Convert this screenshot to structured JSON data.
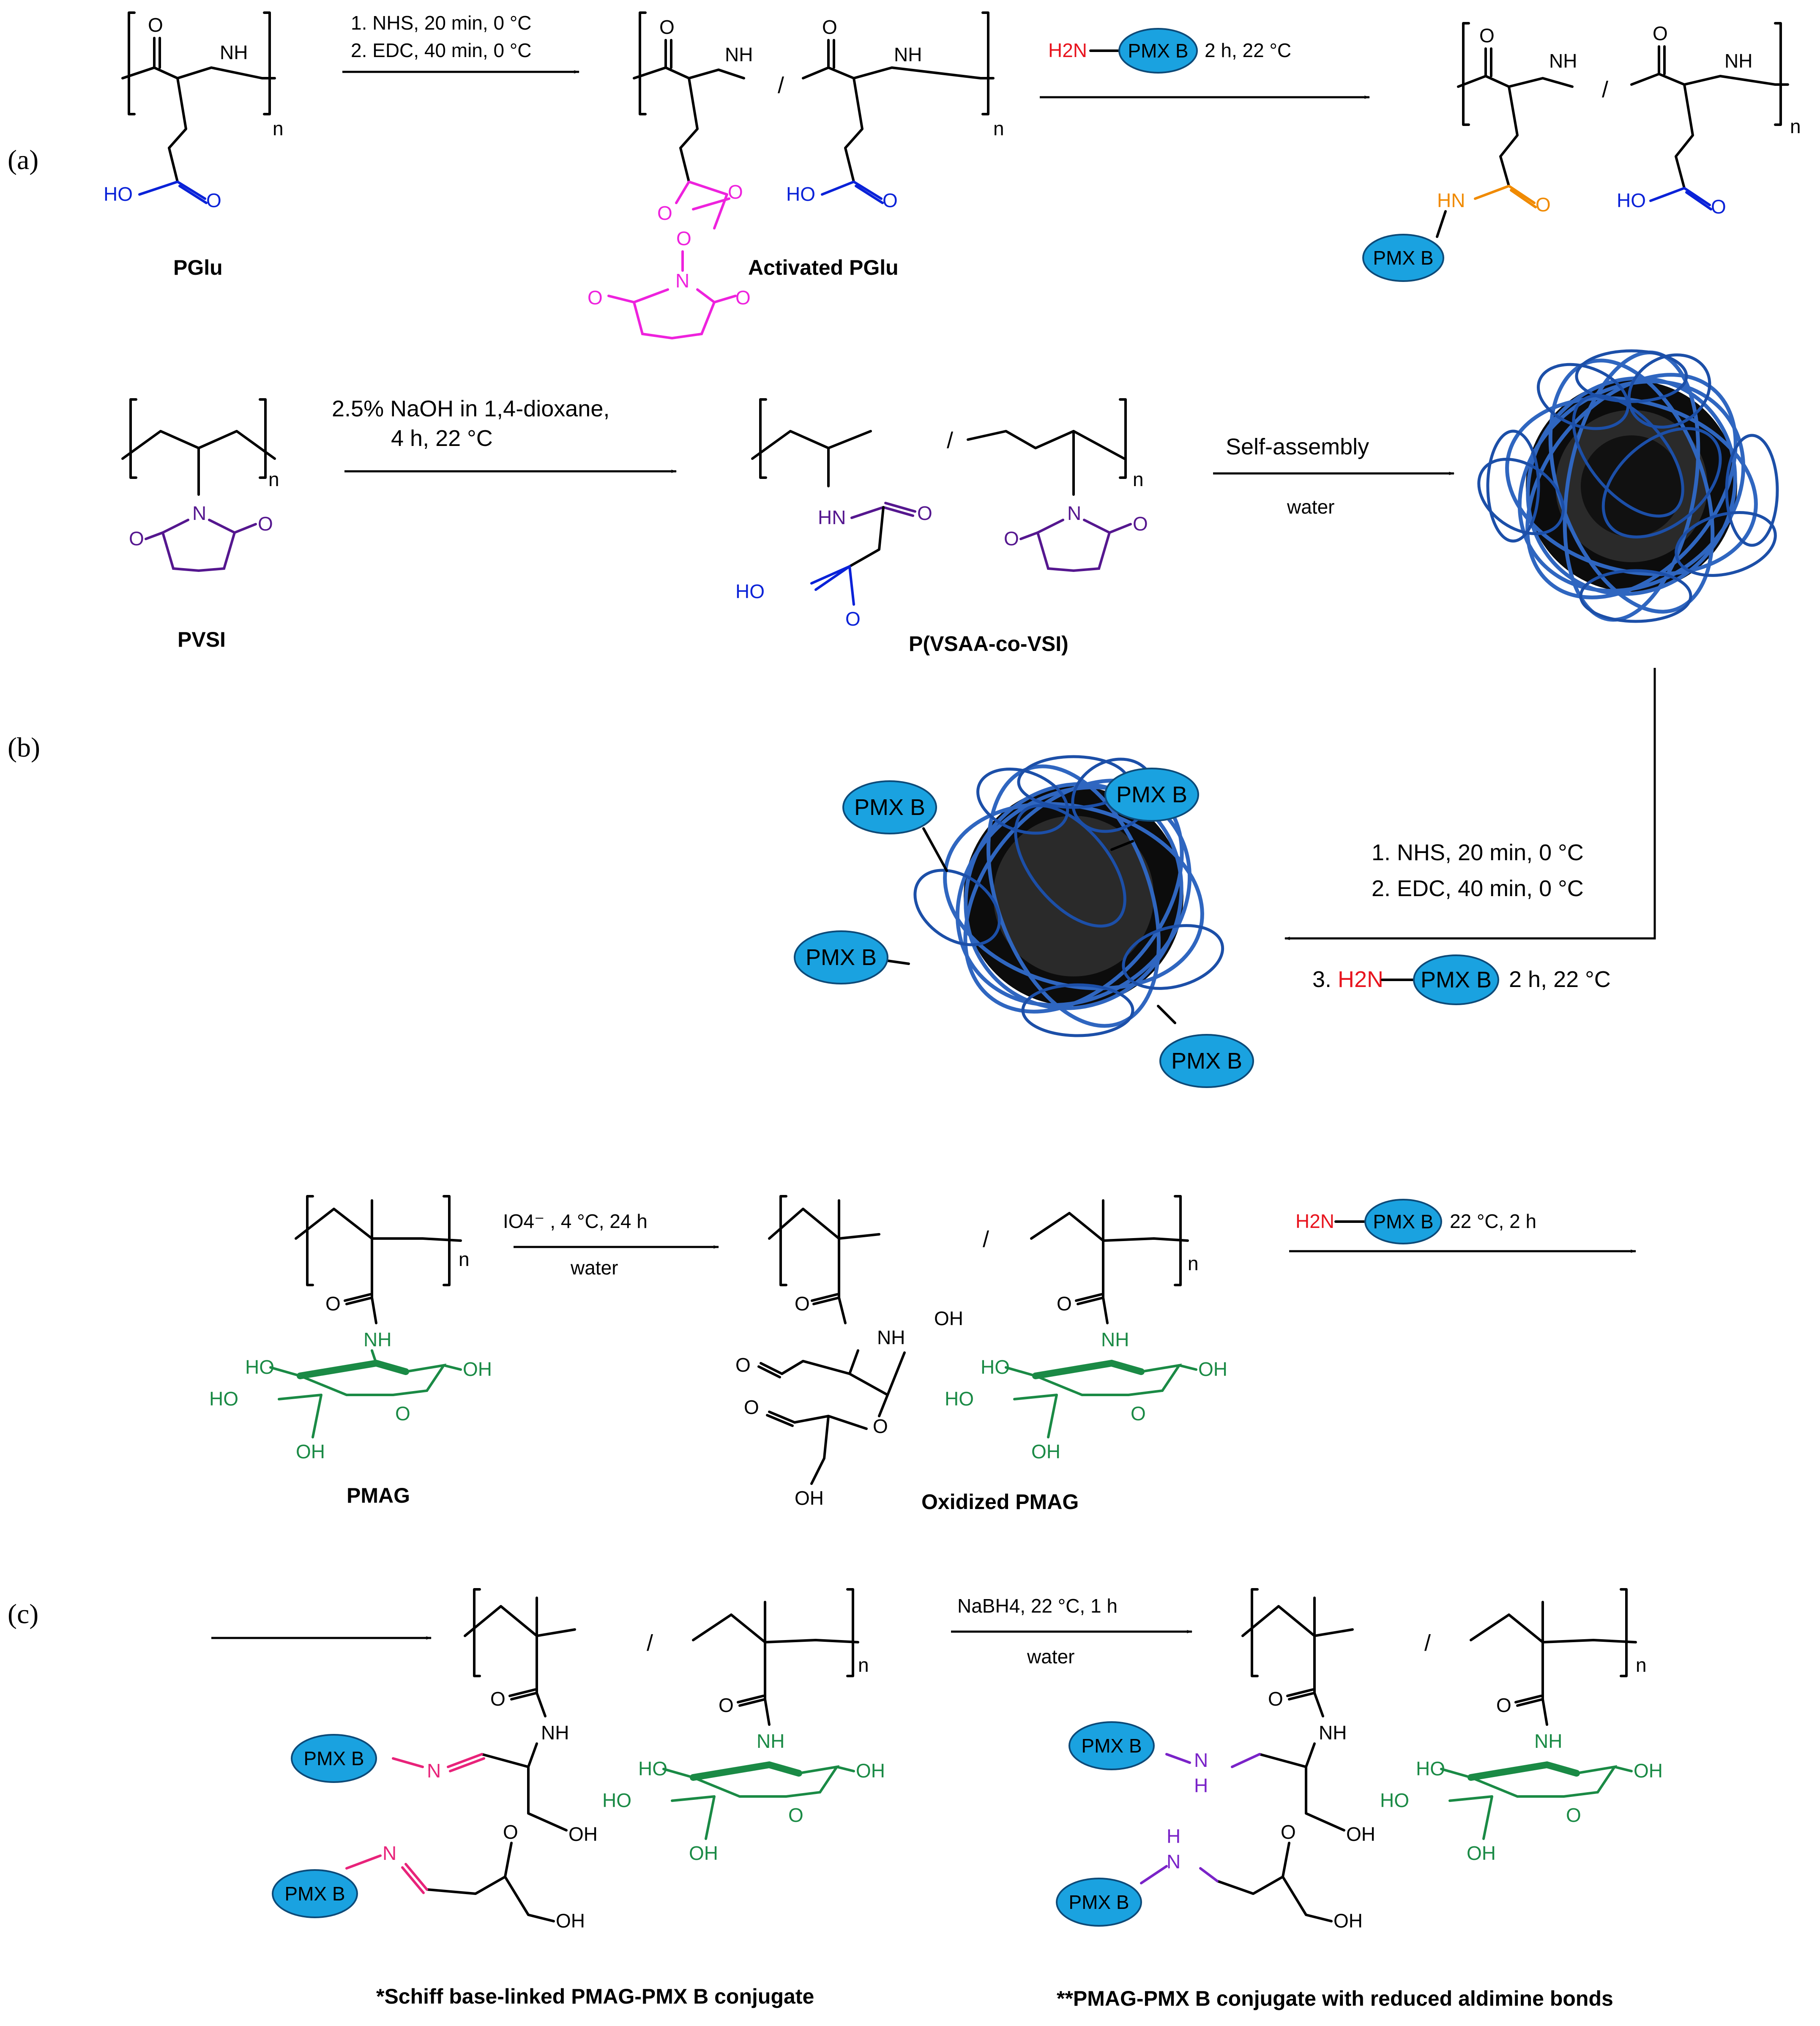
{
  "panels": {
    "a": "(a)",
    "b": "(b)",
    "c": "(c)"
  },
  "reagent": "PMX B",
  "amine": "H2N",
  "atoms": {
    "nh": "NH",
    "o": "O",
    "n": "N",
    "h": "H",
    "hn": "HN",
    "ho": "HO",
    "oh": "OH",
    "n_sub": "n",
    "slash": "/"
  },
  "panel_a": {
    "step1_line1": "1. NHS, 20 min, 0 °C",
    "step1_line2": "2. EDC, 40 min, 0 °C",
    "step2_cond": "2 h, 22 °C",
    "label_start": "PGlu",
    "label_mid": "Activated PGlu"
  },
  "panel_b": {
    "step1_line1": "2.5% NaOH in 1,4-dioxane,",
    "step1_line2": "4 h, 22 °C",
    "step2_top": "Self-assembly",
    "step2_bottom": "water",
    "step3_line1": "1. NHS, 20 min, 0 °C",
    "step3_line2": "2. EDC, 40 min, 0 °C",
    "step3_prefix": "3.",
    "step3_cond": "2 h, 22 °C",
    "label_start": "PVSI",
    "label_mid": "P(VSAA-co-VSI)"
  },
  "panel_c": {
    "step1_reagent": "IO4⁻ , 4 °C, 24 h",
    "step1_bottom": "water",
    "step2_cond": "22 °C, 2 h",
    "step3_reagent": "NaBH4, 22 °C, 1 h",
    "step3_bottom": "water",
    "label_start": "PMAG",
    "label_mid": "Oxidized PMAG",
    "label_product1": "*Schiff base-linked PMAG-PMX B conjugate",
    "label_product2": "**PMAG-PMX B conjugate with reduced aldimine bonds"
  },
  "colors": {
    "blue": "#0a22d8",
    "magenta": "#ee22dd",
    "purple": "#55178f",
    "orange": "#f08a00",
    "green": "#1a8a45",
    "pink": "#e8237a",
    "violet": "#7a23c8",
    "red": "#e8141e",
    "pill": "#1aa2e0",
    "coil": "#2f66c0"
  }
}
